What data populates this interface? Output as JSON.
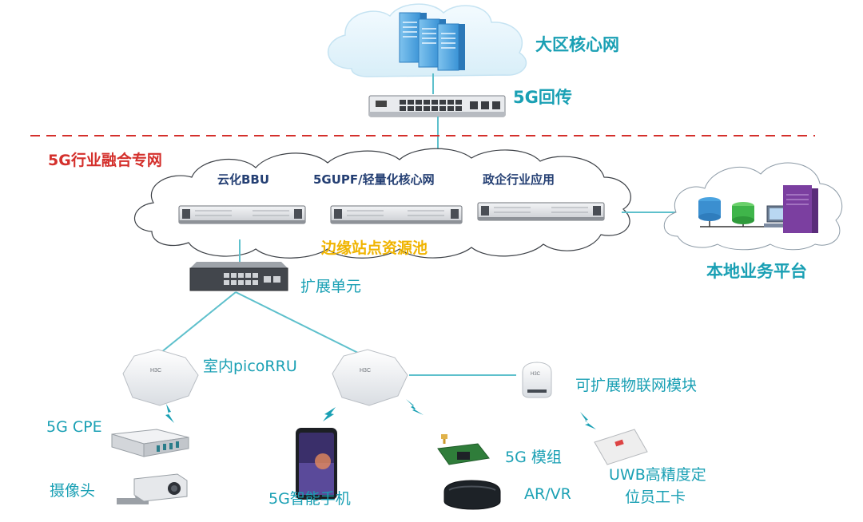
{
  "labels": {
    "regional_core": "大区核心网",
    "backhaul": "5G回传",
    "private_network": "5G行业融合专网",
    "cloud_bbu": "云化BBU",
    "upf_core": "5GUPF/轻量化核心网",
    "gov_apps": "政企行业应用",
    "edge_pool": "边缘站点资源池",
    "local_platform": "本地业务平台",
    "extension_unit": "扩展单元",
    "pico_rru": "室内picoRRU",
    "iot_module": "可扩展物联网模块",
    "cpe": "5G CPE",
    "camera": "摄像头",
    "smartphone": "5G智能手机",
    "module_5g": "5G 模组",
    "arvr": "AR/VR",
    "uwb_line1": "UWB高精度定",
    "uwb_line2": "位员工卡"
  },
  "device_text": {
    "h3c": "H3C"
  },
  "colors": {
    "teal_text": "#1aa0b4",
    "red_text": "#d4302c",
    "gold_text": "#f0b400",
    "dark_blue_text": "#243f73",
    "connector": "#5ec0cc",
    "dashed_divider": "#d4302c"
  }
}
